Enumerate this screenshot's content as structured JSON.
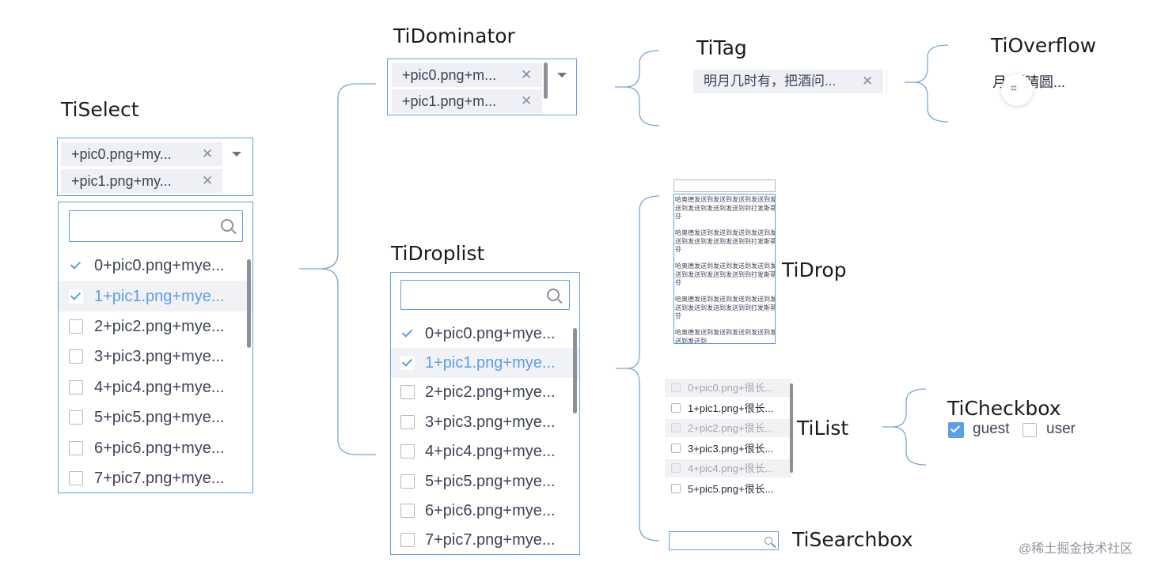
{
  "labels": {
    "tiselect": "TiSelect",
    "tidominator": "TiDominator",
    "titag": "TiTag",
    "tioverflow": "TiOverflow",
    "tidroplist": "TiDroplist",
    "tidrop": "TiDrop",
    "tilist": "TiList",
    "ticheckbox": "TiCheckbox",
    "tisearchbox": "TiSearchbox"
  },
  "select": {
    "chips": [
      "+pic0.png+my...",
      "+pic1.png+my..."
    ],
    "options": [
      {
        "label": "0+pic0.png+mye...",
        "checked": true,
        "highlight": false
      },
      {
        "label": "1+pic1.png+mye...",
        "checked": true,
        "highlight": true
      },
      {
        "label": "2+pic2.png+mye...",
        "checked": false,
        "highlight": false
      },
      {
        "label": "3+pic3.png+mye...",
        "checked": false,
        "highlight": false
      },
      {
        "label": "4+pic4.png+mye...",
        "checked": false,
        "highlight": false
      },
      {
        "label": "5+pic5.png+mye...",
        "checked": false,
        "highlight": false
      },
      {
        "label": "6+pic6.png+mye...",
        "checked": false,
        "highlight": false
      },
      {
        "label": "7+pic7.png+mye...",
        "checked": false,
        "highlight": false
      }
    ]
  },
  "dominator": {
    "chips": [
      "+pic0.png+m...",
      "+pic1.png+m..."
    ]
  },
  "tag": {
    "text": "明月几时有，把酒问..."
  },
  "overflow": {
    "text": "月  明晴圆..."
  },
  "droplist": {
    "options": [
      {
        "label": "0+pic0.png+mye...",
        "checked": true,
        "highlight": false
      },
      {
        "label": "1+pic1.png+mye...",
        "checked": true,
        "highlight": true
      },
      {
        "label": "2+pic2.png+mye...",
        "checked": false,
        "highlight": false
      },
      {
        "label": "3+pic3.png+mye...",
        "checked": false,
        "highlight": false
      },
      {
        "label": "4+pic4.png+mye...",
        "checked": false,
        "highlight": false
      },
      {
        "label": "5+pic5.png+mye...",
        "checked": false,
        "highlight": false
      },
      {
        "label": "6+pic6.png+mye...",
        "checked": false,
        "highlight": false
      },
      {
        "label": "7+pic7.png+mye...",
        "checked": false,
        "highlight": false
      }
    ]
  },
  "drop": {
    "paragraphs": [
      "哈奥德发送到发送到发送到发送到发送到发送到发送到发送到到打发斯蒂芬",
      "哈奥德发送到发送到发送到发送到发送到发送到发送到发送到到打发斯蒂芬",
      "哈奥德发送到发送到发送到发送到发送到发送到发送到发送到到打发斯蒂芬",
      "哈奥德发送到发送到发送到发送到发送到发送到发送到发送到到打发斯蒂芬",
      "哈奥德发送到发送到发送到发送到发送到发送到"
    ]
  },
  "list": {
    "items": [
      {
        "label": "0+pic0.png+很长...",
        "disabled": true
      },
      {
        "label": "1+pic1.png+很长...",
        "disabled": false
      },
      {
        "label": "2+pic2.png+很长...",
        "disabled": true
      },
      {
        "label": "3+pic3.png+很长...",
        "disabled": false
      },
      {
        "label": "4+pic4.png+很长...",
        "disabled": true
      },
      {
        "label": "5+pic5.png+很长...",
        "disabled": false
      }
    ]
  },
  "checkbox": {
    "items": [
      {
        "label": "guest",
        "checked": true
      },
      {
        "label": "user",
        "checked": false
      }
    ]
  },
  "watermark": "@稀土掘金技术社区",
  "colors": {
    "accent": "#5e9ee6",
    "checkbox_fill": "#5e9ee6",
    "connector": "#7aa6d8"
  }
}
